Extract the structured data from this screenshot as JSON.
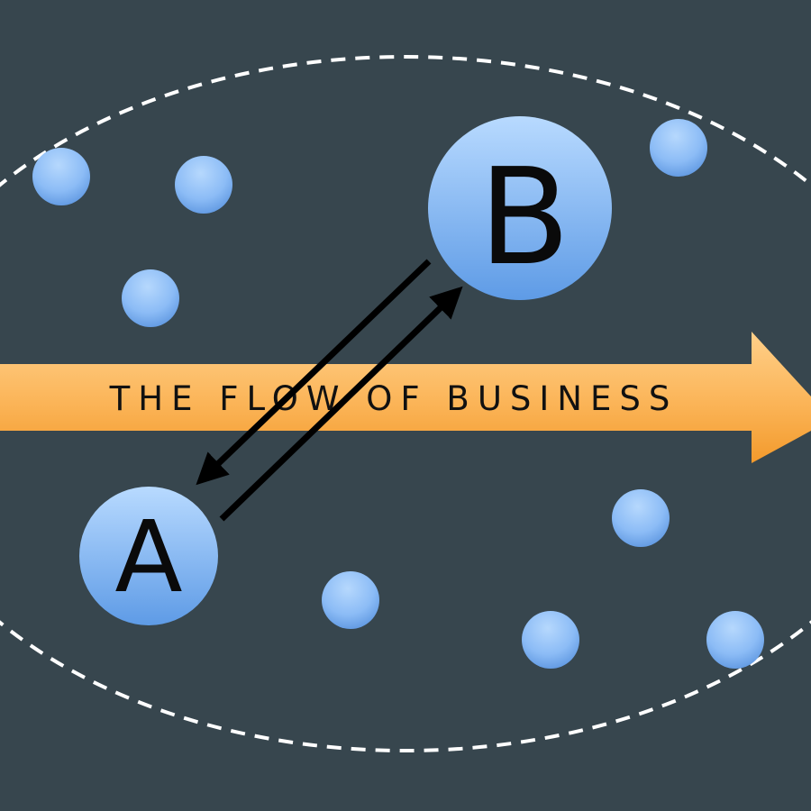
{
  "diagram": {
    "flow_label": "THE FLOW OF BUSINESS",
    "nodes": {
      "a": "A",
      "b": "B"
    },
    "colors": {
      "background": "#37464e",
      "node_light": "#a9d0fb",
      "node_dark": "#5d9ae6",
      "flow_arrow_light": "#ffc36e",
      "flow_arrow_dark": "#f59a2a",
      "boundary": "#ffffff",
      "connector": "#000000"
    },
    "connectors": [
      {
        "from": "A",
        "to": "B"
      },
      {
        "from": "B",
        "to": "A"
      }
    ]
  }
}
